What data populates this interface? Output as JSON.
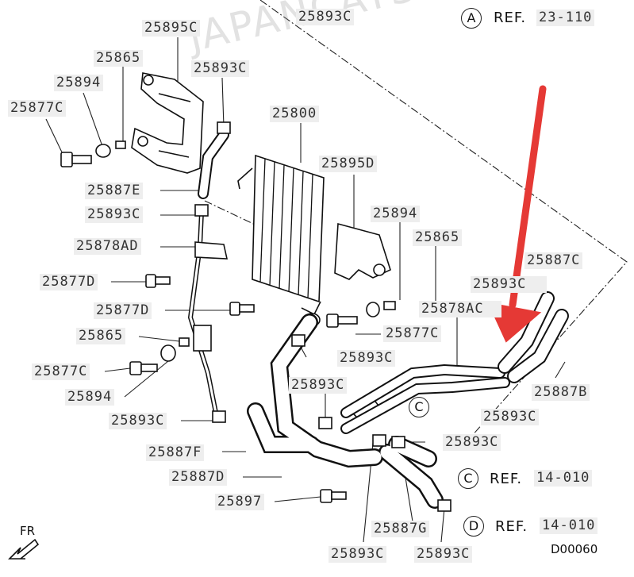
{
  "watermark": "JAPANCATS.RU",
  "diagram_code": "D00060",
  "front_marker": "FR",
  "refs": [
    {
      "letter": "A",
      "word": "REF.",
      "page": "23-110"
    },
    {
      "letter": "C",
      "word": "REF.",
      "page": "14-010"
    },
    {
      "letter": "D",
      "word": "REF.",
      "page": "14-010"
    }
  ],
  "inline_marker": "C",
  "parts": {
    "p25893c_top": "25893C",
    "p25895c": "25895C",
    "p25865_top": "25865",
    "p25893c_a": "25893C",
    "p25894_top": "25894",
    "p25877c_top": "25877C",
    "p25800": "25800",
    "p25895d": "25895D",
    "p25887e": "25887E",
    "p25893c_b": "25893C",
    "p25894_mid": "25894",
    "p25878ad": "25878AD",
    "p25865_mid": "25865",
    "p25877d_a": "25877D",
    "p25887c": "25887C",
    "p25893c_partial": "25893C",
    "p25877d_b": "25877D",
    "p25878ac": "25878AC",
    "p25877c_mid": "25877C",
    "p25865_low": "25865",
    "p25893c_c": "25893C",
    "p25877c_low": "25877C",
    "p25893c_d": "25893C",
    "p25894_low": "25894",
    "p25887b": "25887B",
    "p25893c_e": "25893C",
    "p25893c_f": "25893C",
    "p25887f": "25887F",
    "p25887d": "25887D",
    "p25897": "25897",
    "p25887g": "25887G",
    "p25893c_g": "25893C",
    "p25893c_h": "25893C"
  }
}
